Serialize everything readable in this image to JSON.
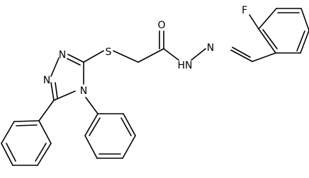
{
  "molecule": {
    "atoms": {
      "fluorine": "F",
      "oxygen": "O",
      "sulfur": "S",
      "amide_nh": "HN",
      "imine_n": "N",
      "triazole_n1": "N",
      "triazole_n2": "N",
      "triazole_n4": "N"
    },
    "colors": {
      "bond": "#000000",
      "label": "#000000",
      "background": "#ffffff"
    }
  }
}
